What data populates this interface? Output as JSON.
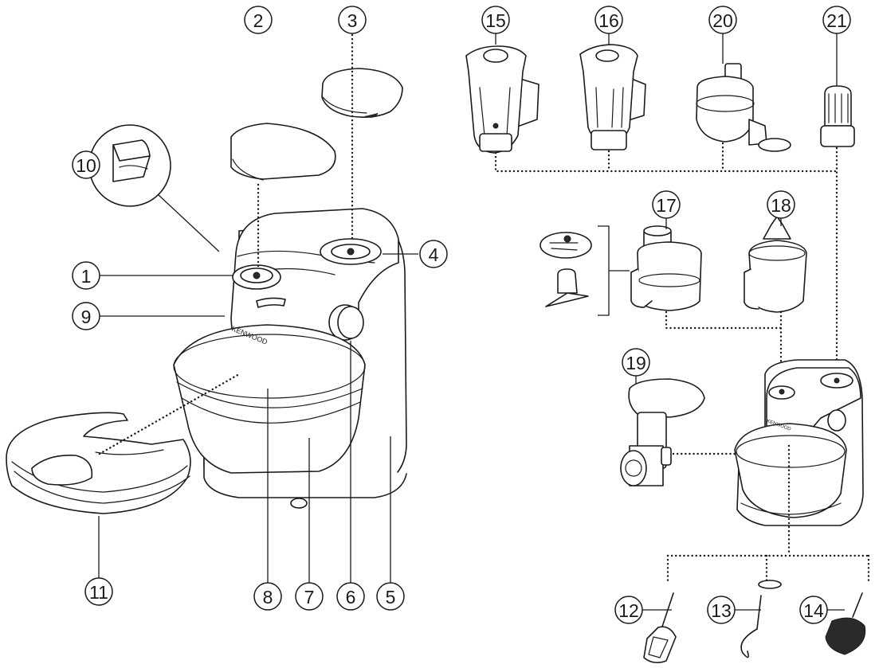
{
  "brand": {
    "main_mixer_logo": "KENWOOD",
    "small_mixer_logo": "KENWOOD"
  },
  "callouts": [
    {
      "id": "c1",
      "label": "1"
    },
    {
      "id": "c2",
      "label": "2"
    },
    {
      "id": "c3",
      "label": "3"
    },
    {
      "id": "c4",
      "label": "4"
    },
    {
      "id": "c5",
      "label": "5"
    },
    {
      "id": "c6",
      "label": "6"
    },
    {
      "id": "c7",
      "label": "7"
    },
    {
      "id": "c8",
      "label": "8"
    },
    {
      "id": "c9",
      "label": "9"
    },
    {
      "id": "c10",
      "label": "10"
    },
    {
      "id": "c11",
      "label": "11"
    },
    {
      "id": "c12",
      "label": "12"
    },
    {
      "id": "c13",
      "label": "13"
    },
    {
      "id": "c14",
      "label": "14"
    },
    {
      "id": "c15",
      "label": "15"
    },
    {
      "id": "c16",
      "label": "16"
    },
    {
      "id": "c17",
      "label": "17"
    },
    {
      "id": "c18",
      "label": "18"
    },
    {
      "id": "c19",
      "label": "19"
    },
    {
      "id": "c20",
      "label": "20"
    },
    {
      "id": "c21",
      "label": "21"
    }
  ]
}
